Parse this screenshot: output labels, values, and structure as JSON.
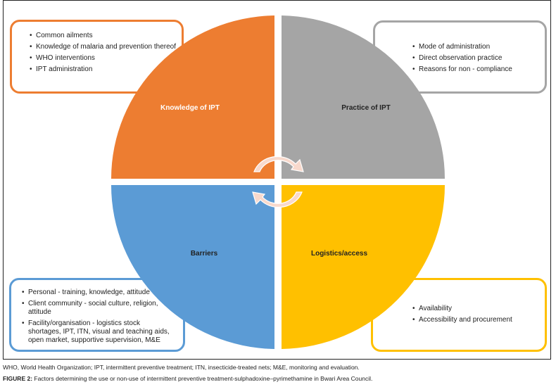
{
  "quadrants": {
    "knowledge": {
      "label": "Knowledge of IPT",
      "color": "#ed7d31",
      "items": [
        "Common ailments",
        "Knowledge of malaria and prevention thereof",
        "WHO interventions",
        "IPT administration"
      ]
    },
    "practice": {
      "label": "Practice of IPT",
      "color": "#a5a5a5",
      "items": [
        "Mode of administration",
        "Direct observation practice",
        "Reasons for non - compliance"
      ]
    },
    "barriers": {
      "label": "Barriers",
      "color": "#5b9bd5",
      "items": [
        "Personal - training, knowledge, attitude",
        "Client community - social culture, religion, attitude",
        "Facility/organisation - logistics stock shortages, IPT, ITN, visual and teaching aids, open market, supportive supervision, M&E"
      ]
    },
    "logistics": {
      "label": "Logistics/access",
      "color": "#ffc000",
      "items": [
        "Availability",
        "Accessibility and procurement"
      ]
    }
  },
  "cycle_arrows": {
    "icon": "circular-arrows-icon",
    "color": "#f8d9cc"
  },
  "footnote": "WHO, World Health Organization; IPT, intermittent preventive treatment; ITN, insecticide-treated nets; M&E, monitoring and evaluation.",
  "caption": {
    "label": "FIGURE 2:",
    "text": " Factors determining the use or non-use of intermittent preventive treatment-sulphadoxine–pyrimethamine in Bwari Area Council."
  }
}
